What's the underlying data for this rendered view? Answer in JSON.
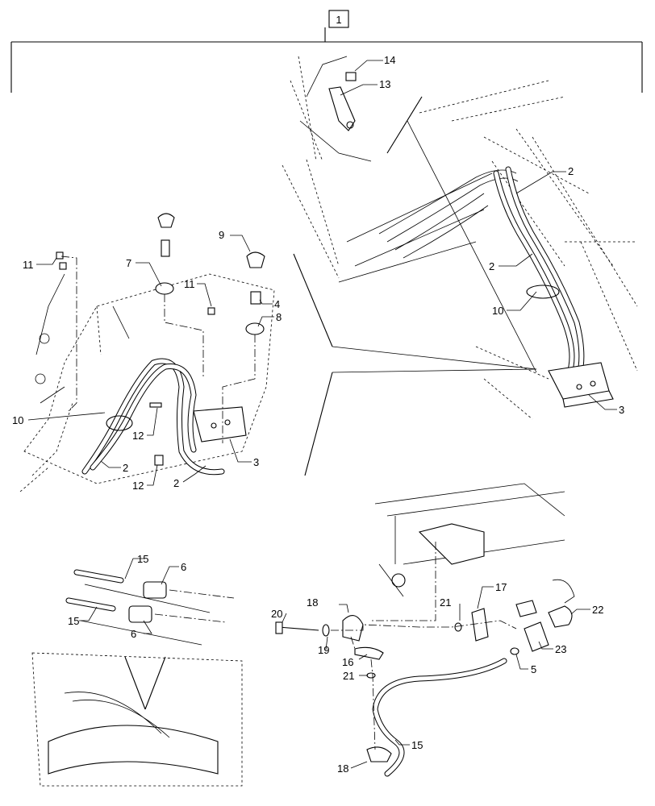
{
  "main_item": "1",
  "callouts": {
    "c1": "14",
    "c2": "13",
    "c3": "2",
    "c4": "2",
    "c5": "10",
    "c6": "3",
    "c7": "9",
    "c8": "11",
    "c9": "7",
    "c10": "11",
    "c11": "4",
    "c12": "8",
    "c13": "10",
    "c14": "12",
    "c15": "12",
    "c16": "2",
    "c17": "3",
    "c18": "2",
    "c19": "15",
    "c20": "6",
    "c21": "15",
    "c22": "6",
    "c23": "18",
    "c24": "21",
    "c25": "17",
    "c26": "20",
    "c27": "22",
    "c28": "19",
    "c29": "23",
    "c30": "16",
    "c31": "5",
    "c32": "21",
    "c33": "15",
    "c34": "18"
  }
}
